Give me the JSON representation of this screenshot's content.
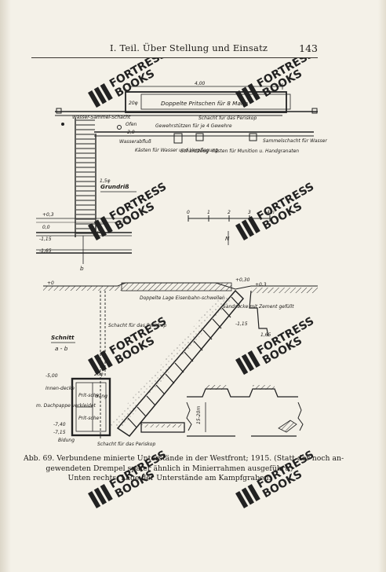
{
  "header": {
    "running_title": "I. Teil. Über Stellung und Einsatz",
    "page_number": "143"
  },
  "figure": {
    "plan": {
      "width_dim": "4,00",
      "height_dim": "20φ",
      "bunk_label": "Doppelte Pritschen für 8 Mann",
      "water_sump_left": "Wasser-Sammel-Schacht",
      "periscope_shaft": "Schacht für das Periskop",
      "stove": "Ofen",
      "level_m20": "-2,0",
      "rifle_supports": "Gewehrstützen für je 4 Gewehre",
      "water_sump_right": "Sammelschacht für Wasser",
      "water_drain": "Wasserabfluß",
      "boxes_water": "Kästen für Wasser und Verpflegung",
      "tools": "Schanzzeug",
      "boxes_ammo": "Kästen für Munition u. Handgranaten",
      "dim_15": "1,5φ",
      "title": "Grundriß",
      "lvl_03": "+0,3",
      "lvl_00": "0,0",
      "lvl_115": "-1,15",
      "lvl_165": "-1,65",
      "point_a": "a",
      "point_b": "b"
    },
    "scale": {
      "ticks": [
        "0",
        "1",
        "2",
        "3"
      ],
      "unit": "4m",
      "north": "N"
    },
    "section": {
      "lvl_00": "+0",
      "lvl_030": "+0,30",
      "lvl_right_top": "+0,3",
      "beams_label": "Doppelte Lage Eisenbahn-schwellen",
      "sandbags": "Sandsäcke mit Zement gefüllt",
      "lvl_115": "-1,15",
      "lvl_165": "1,65",
      "shaft_label": "Schacht für das Periskop",
      "title": "Schnitt",
      "title_sub": "a - b",
      "lvl_500": "-5,00",
      "lvl_20": "20φ",
      "inner_ceiling": "Innen-decke",
      "roof_felt": "m. Dachpappe verkleidet",
      "bunk_top": "Prit-sche",
      "aisle": "Gang",
      "bunk_bottom": "Prit-sche",
      "lvl_740": "-7,40",
      "lvl_715": "-7,15",
      "floor": "Bidung",
      "periscope_bottom": "Schacht für das Periskop",
      "spacing": "15-20m"
    }
  },
  "watermark": {
    "line1": "FORTRESS",
    "line2": "BOOKS"
  },
  "caption": {
    "line1": "Abb. 69. Verbundene minierte Unterstände in der Westfront; 1915. (Statt der noch an-",
    "line2": "gewendeten Drempel später ähnlich in Minierrahmen ausgeführt.)",
    "line3": "Unten rechts: Lage der Unterstände am Kampfgraben."
  }
}
